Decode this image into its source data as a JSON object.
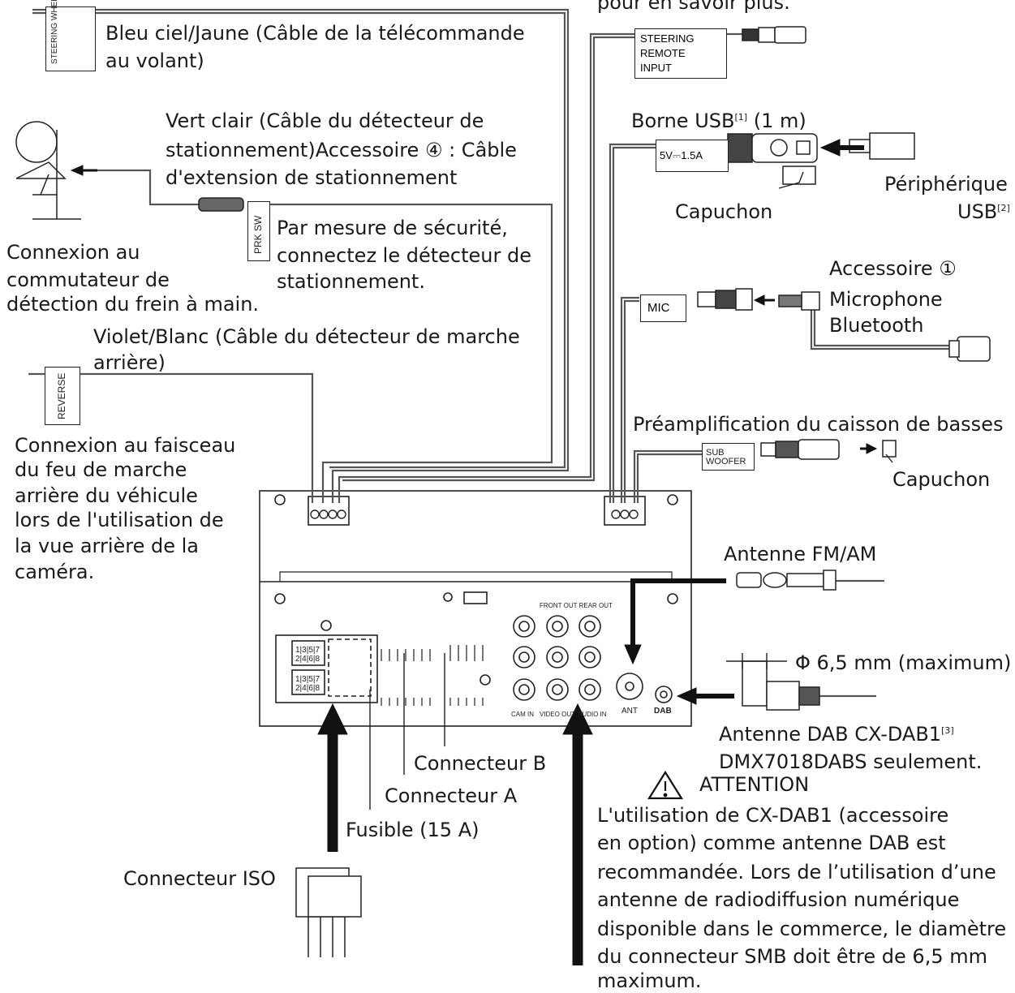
{
  "labels": {
    "top_partial": "pour en savoir plus.",
    "steering_cable_1": "Bleu ciel/Jaune (Câble de la télécommande",
    "steering_cable_2": "au volant)",
    "parking_1": "Vert clair (Câble du détecteur de",
    "parking_2": "stationnement)Accessoire ④ : Câble",
    "parking_3": "d'extension de stationnement",
    "safety_1": "Par mesure de sécurité,",
    "safety_2": "connectez le détecteur de",
    "safety_3": "stationnement.",
    "brake_1": "Connexion au",
    "brake_2": "commutateur de",
    "brake_3": "détection du frein à main.",
    "reverse_cable_1": "Violet/Blanc (Câble du détecteur de marche",
    "reverse_cable_2": "arrière)",
    "reverse_conn_1": "Connexion au faisceau",
    "reverse_conn_2": "du feu de marche",
    "reverse_conn_3": "arrière du véhicule",
    "reverse_conn_4": "lors de l'utilisation de",
    "reverse_conn_5": "la vue arrière de la",
    "reverse_conn_6": "caméra.",
    "usb_terminal": "Borne USB",
    "usb_terminal_sup": "[1]",
    "usb_terminal_len": "(1 m)",
    "usb_device_1": "Périphérique",
    "usb_device_2": "USB",
    "usb_device_sup": "[2]",
    "cap_1": "Capuchon",
    "accessory_1": "Accessoire ①",
    "mic_1": "Microphone",
    "mic_2": "Bluetooth",
    "subwoofer": "Préamplification du caisson de basses",
    "cap_2": "Capuchon",
    "fm_am": "Antenne FM/AM",
    "phi": "Φ 6,5 mm (maximum)",
    "dab_1": "Antenne DAB CX-DAB1",
    "dab_sup": "[3]",
    "dab_2": "DMX7018DABS seulement.",
    "attention_title": "ATTENTION",
    "attention_1": "L'utilisation de CX-DAB1 (accessoire",
    "attention_2": "en option) comme antenne DAB est",
    "attention_3": "recommandée. Lors de l’utilisation d’une",
    "attention_4": "antenne de radiodiffusion numérique",
    "attention_5": "disponible dans le commerce, le diamètre",
    "attention_6": "du connecteur SMB doit être de 6,5 mm",
    "attention_7": "maximum.",
    "connector_b": "Connecteur B",
    "connector_a": "Connecteur A",
    "fuse": "Fusible (15 A)",
    "iso": "Connecteur ISO"
  },
  "tags": {
    "steering_wheel_remote": "STEERING WHEEL REMOTE INPUT",
    "steering_remote_1": "STEERING",
    "steering_remote_2": "REMOTE",
    "steering_remote_3": "INPUT",
    "usb_power": "5V⎓1.5A",
    "prk_sw": "PRK SW",
    "reverse": "REVERSE",
    "mic": "MIC",
    "sub_1": "SUB",
    "sub_2": "WOOFER",
    "front_out": "FRONT OUT REAR OUT",
    "cam_in": "CAM IN",
    "video_out": "VIDEO OUT",
    "audio_in": "AUDIO IN",
    "ant": "ANT",
    "dab": "DAB",
    "pins_1": "1|3|5|7",
    "pins_2": "2|4|6|8"
  },
  "colors": {
    "ink": "#1a1a1a",
    "line": "#444444"
  }
}
